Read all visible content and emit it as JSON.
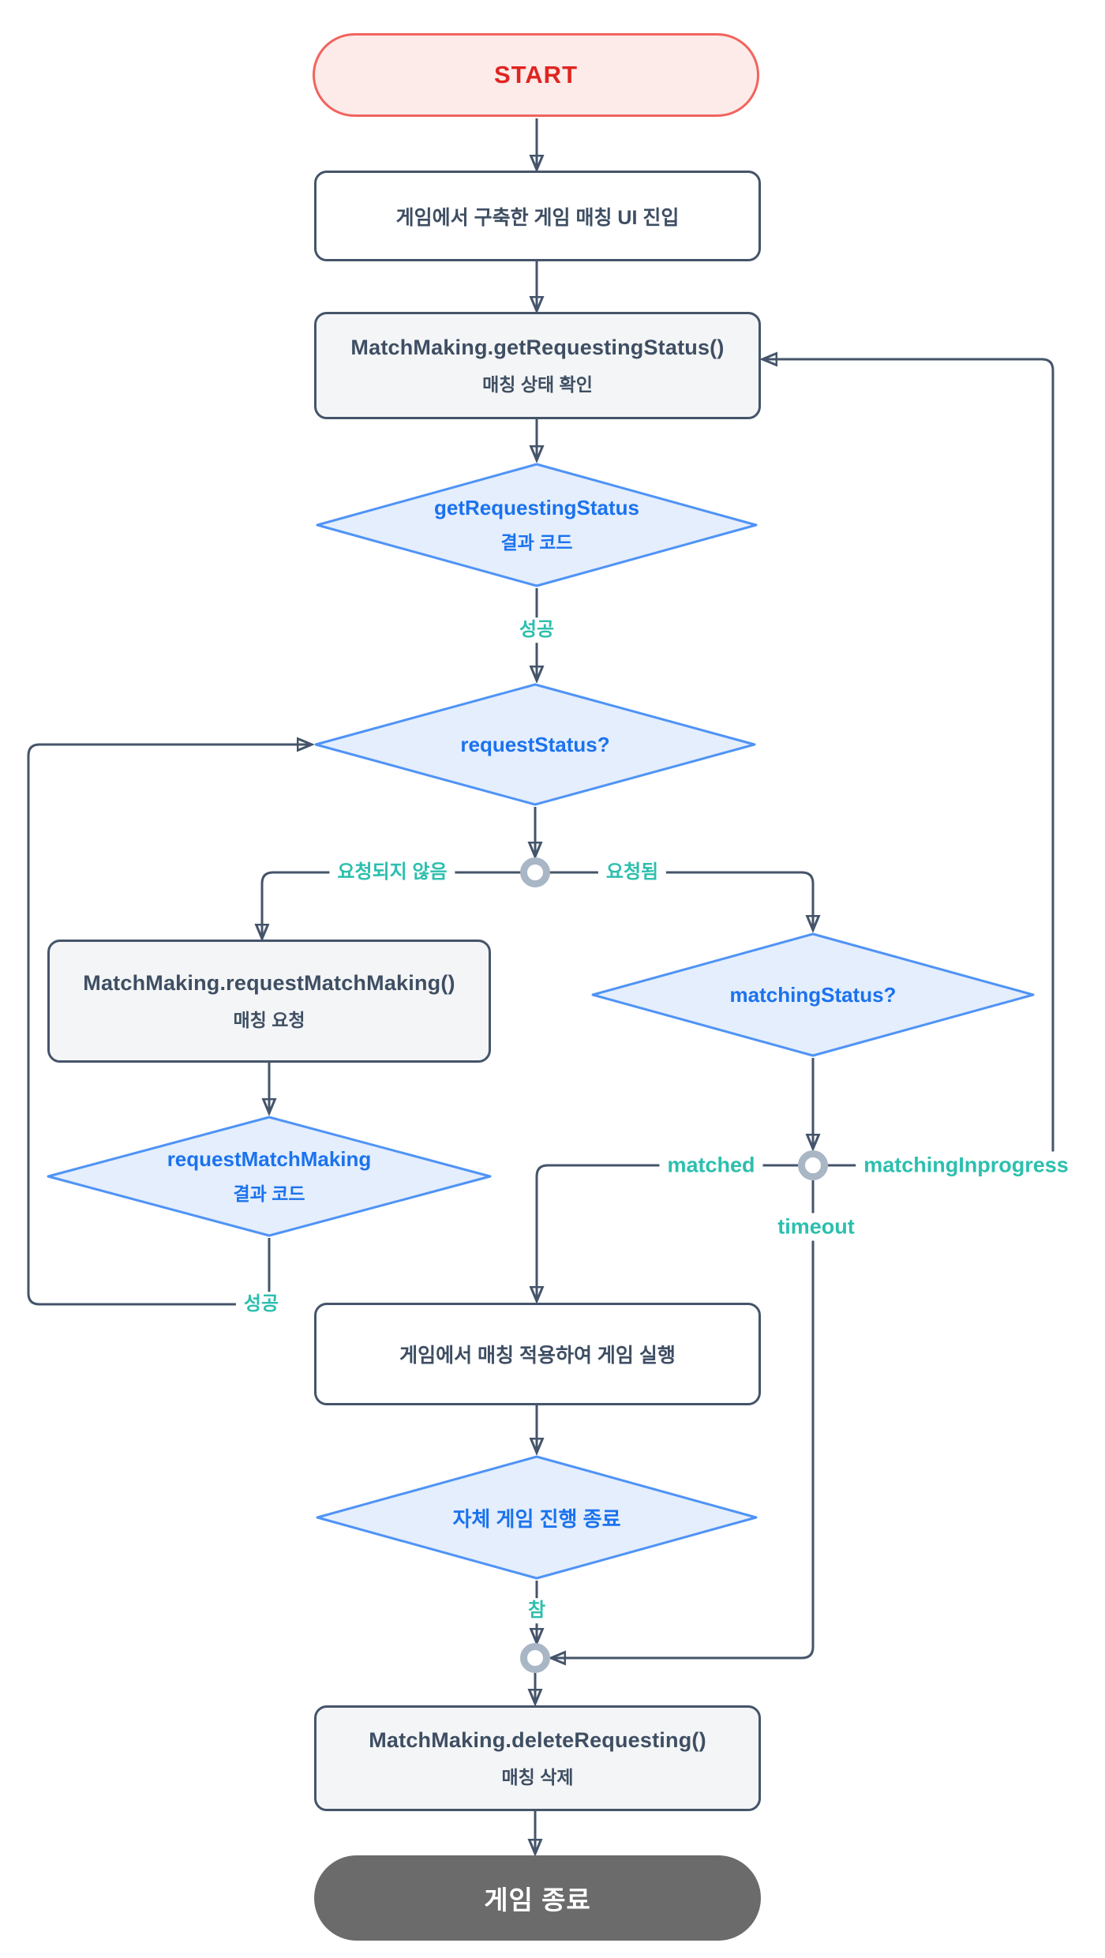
{
  "flowchart": {
    "nodes": {
      "start": {
        "label": "START"
      },
      "enter_ui": {
        "label": "게임에서 구축한 게임 매칭 UI 진입"
      },
      "get_status": {
        "code": "MatchMaking.getRequestingStatus()",
        "sub": "매칭 상태 확인"
      },
      "d_get_result": {
        "line1": "getRequestingStatus",
        "line2": "결과 코드"
      },
      "d_request_status": {
        "label": "requestStatus?"
      },
      "request_mm": {
        "code": "MatchMaking.requestMatchMaking()",
        "sub": "매칭 요청"
      },
      "d_request_result": {
        "line1": "requestMatchMaking",
        "line2": "결과 코드"
      },
      "d_matching_status": {
        "label": "matchingStatus?"
      },
      "run_game": {
        "label": "게임에서 매칭 적용하여 게임 실행"
      },
      "d_game_over": {
        "label": "자체 게임 진행 종료"
      },
      "delete_req": {
        "code": "MatchMaking.deleteRequesting()",
        "sub": "매칭 삭제"
      },
      "end": {
        "label": "게임 종료"
      }
    },
    "edge_labels": {
      "success_to_request": "성공",
      "not_requested": "요청되지 않음",
      "requested": "요청됨",
      "success_loop": "성공",
      "matched": "matched",
      "matching_inprogress": "matchingInprogress",
      "timeout": "timeout",
      "game_finished": "참"
    },
    "colors": {
      "connector": "#44546a",
      "node_border": "#44546a",
      "node_text": "#3e4e63",
      "process_fill": "#f4f5f6",
      "decision_fill": "#e4eefc",
      "decision_border": "#4f93f6",
      "decision_text": "#1b72ee",
      "edge_label": "#2cbfae",
      "start_fill": "#fcebe9",
      "start_border": "#f2635d",
      "start_text": "#e02420",
      "end_fill": "#6b6b6b",
      "end_text": "#ffffff",
      "junction": "#a9b6c5"
    }
  }
}
